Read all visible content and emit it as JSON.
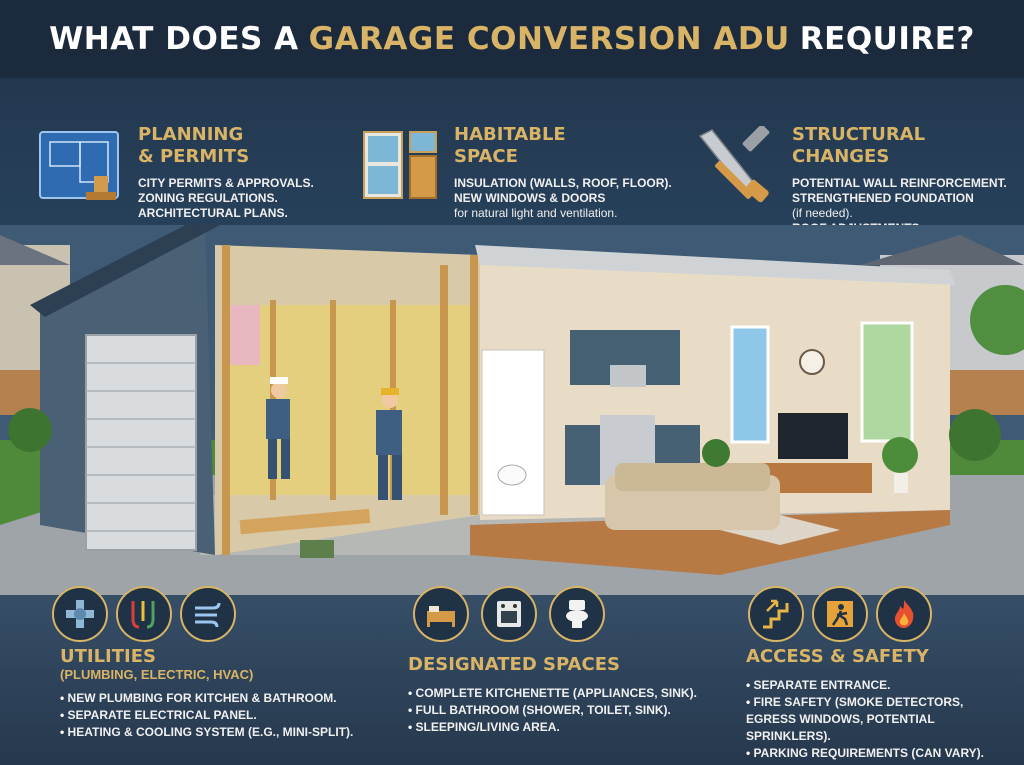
{
  "title": {
    "part1": "What does a",
    "accent": "Garage Conversion ADU",
    "part2": "Require?"
  },
  "top_sections": [
    {
      "heading_1": "Planning",
      "heading_2": "& Permits",
      "items": [
        "City permits & approvals.",
        "Zoning regulations.",
        "Architectural plans."
      ],
      "icon": "blueprint-stamp-icon"
    },
    {
      "heading_1": "Habitable",
      "heading_2": "Space",
      "items": [
        "Insulation (walls, roof, floor).",
        "New windows & doors"
      ],
      "plain_item": "for natural light and ventilation.",
      "icon": "window-door-icon"
    },
    {
      "heading_1": "Structural",
      "heading_2": "Changes",
      "items": [
        "Potential wall reinforcement.",
        "Strengthened foundation"
      ],
      "plain_item": "(if needed).",
      "last_item": "Roof adjustments.",
      "icon": "saw-hammer-icon"
    }
  ],
  "bottom_sections": {
    "utilities": {
      "heading": "Utilities",
      "sub": "(Plumbing, Electric, HVAC)",
      "items": [
        {
          "bold": "New plumbing",
          "rest": " for kitchen & bathroom."
        },
        {
          "bold": "Separate electrical panel.",
          "rest": ""
        },
        {
          "bold": "Heating & cooling system",
          "rest": " (e.g., mini-split)."
        }
      ],
      "icons": [
        "pipe-icon",
        "wires-icon",
        "air-flow-icon"
      ]
    },
    "spaces": {
      "heading": "Designated Spaces",
      "items": [
        {
          "bold": "Complete kitchenette",
          "rest": " (appliances, sink)."
        },
        {
          "bold": "Full bathroom",
          "rest": " (shower, toilet, sink)."
        },
        {
          "bold": "Sleeping/living area.",
          "rest": ""
        }
      ],
      "icons": [
        "bed-icon",
        "stove-icon",
        "toilet-icon"
      ]
    },
    "access": {
      "heading": "Access & Safety",
      "items": [
        {
          "bold": "Separate entrance.",
          "rest": ""
        },
        {
          "bold": "Fire safety",
          "rest": " (smoke detectors, egress windows, potential sprinklers)."
        },
        {
          "bold": "Parking requirements",
          "rest": " (can vary)."
        }
      ],
      "icons": [
        "stairs-icon",
        "exit-icon",
        "fire-icon"
      ]
    }
  },
  "colors": {
    "accent": "#d9b466",
    "navy": "#1b2b3d",
    "siding": "#4a6075",
    "floor": "#b77a45"
  }
}
